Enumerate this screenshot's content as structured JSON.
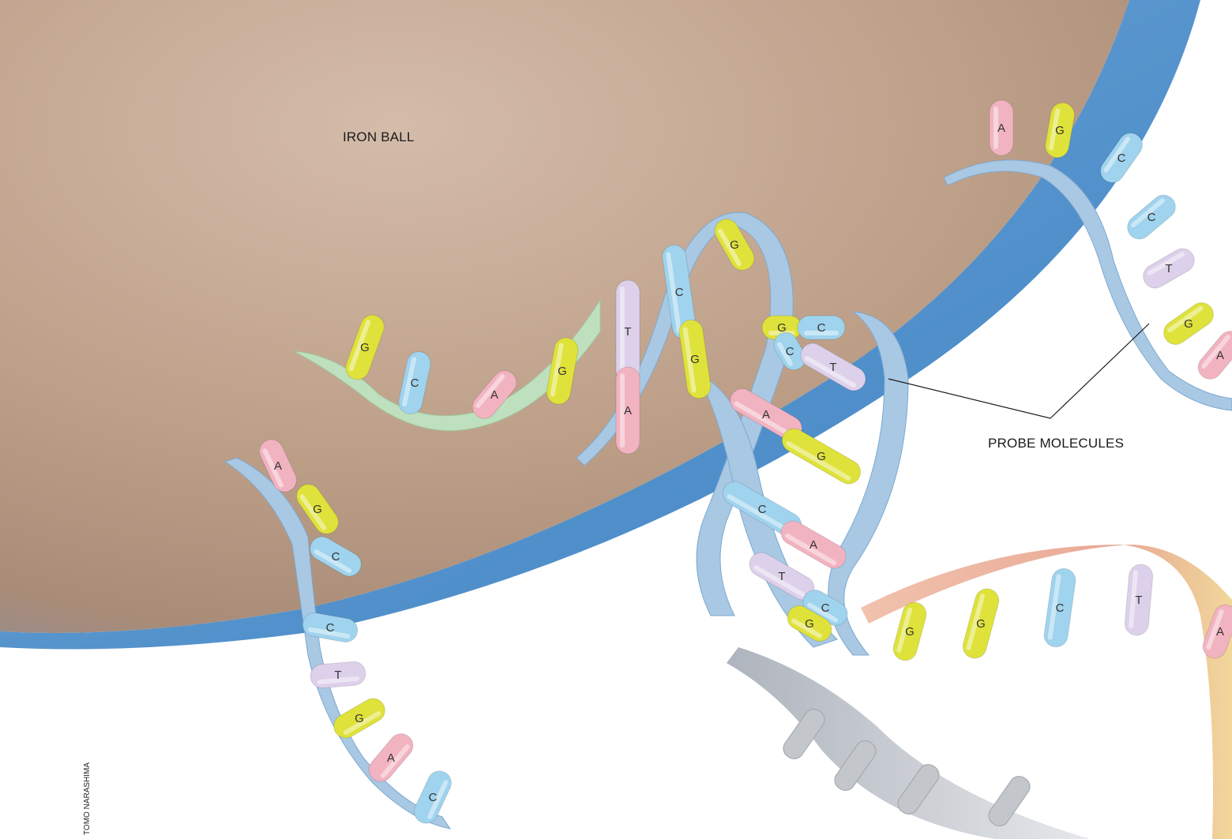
{
  "labels": {
    "iron_ball": "IRON BALL",
    "probe_molecules": "PROBE MOLECULES",
    "credit": "TOMO NARASHIMA"
  },
  "colors": {
    "iron_ball": "#bf9f88",
    "ribbon_blue": "#9ec2e0",
    "ribbon_green": "#bfe0bf",
    "ribbon_salmon": "#e9b39a",
    "ribbon_yellow": "#f1d79a",
    "ribbon_gray": "#c9cdd2",
    "base_A": "#f2b3c1",
    "base_G": "#dfe23a",
    "base_C": "#9fd3ee",
    "base_T": "#ddd0ea",
    "base_gray": "#c3c6cb"
  },
  "bases": [
    {
      "id": "p1-A",
      "letter": "A"
    },
    {
      "id": "p1-G",
      "letter": "G"
    },
    {
      "id": "p1-C1",
      "letter": "C"
    },
    {
      "id": "p1-C2",
      "letter": "C"
    },
    {
      "id": "p1-T",
      "letter": "T"
    },
    {
      "id": "p1-G2",
      "letter": "G"
    },
    {
      "id": "p1-A2",
      "letter": "A"
    },
    {
      "id": "p1-C3",
      "letter": "C"
    },
    {
      "id": "t-G1",
      "letter": "G"
    },
    {
      "id": "t-C1",
      "letter": "C"
    },
    {
      "id": "t-A1",
      "letter": "A"
    },
    {
      "id": "t-G2",
      "letter": "G"
    },
    {
      "id": "h-T",
      "letter": "T"
    },
    {
      "id": "h-A",
      "letter": "A"
    },
    {
      "id": "h-C",
      "letter": "C"
    },
    {
      "id": "h-G",
      "letter": "G"
    },
    {
      "id": "h-G2",
      "letter": "G"
    },
    {
      "id": "h-G3",
      "letter": "G"
    },
    {
      "id": "h-C2",
      "letter": "C"
    },
    {
      "id": "h-C3",
      "letter": "C"
    },
    {
      "id": "h-T2",
      "letter": "T"
    },
    {
      "id": "h-A2",
      "letter": "A"
    },
    {
      "id": "h-G4",
      "letter": "G"
    },
    {
      "id": "h-C4",
      "letter": "C"
    },
    {
      "id": "h-A3",
      "letter": "A"
    },
    {
      "id": "h-T3",
      "letter": "T"
    },
    {
      "id": "h-C5",
      "letter": "C"
    },
    {
      "id": "h-G5",
      "letter": "G"
    },
    {
      "id": "r-A",
      "letter": "A"
    },
    {
      "id": "r-G",
      "letter": "G"
    },
    {
      "id": "r-C1",
      "letter": "C"
    },
    {
      "id": "r-C2",
      "letter": "C"
    },
    {
      "id": "r-T",
      "letter": "T"
    },
    {
      "id": "r-G2",
      "letter": "G"
    },
    {
      "id": "r-A2",
      "letter": "A"
    },
    {
      "id": "s-G1",
      "letter": "G"
    },
    {
      "id": "s-G2",
      "letter": "G"
    },
    {
      "id": "s-C",
      "letter": "C"
    },
    {
      "id": "s-T",
      "letter": "T"
    },
    {
      "id": "s-A",
      "letter": "A"
    }
  ]
}
